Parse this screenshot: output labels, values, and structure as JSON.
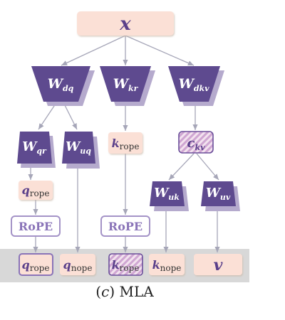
{
  "diagram": {
    "caption_letter": "c",
    "caption_text": "MLA",
    "colors": {
      "weight_fill": "#5e4a8f",
      "weight_shadow": "#b5aacd",
      "vector_fill": "#fbe0d6",
      "rope_border": "#a493c7",
      "hatch": "#c9a3cf",
      "cache_band": "#d8d8d8",
      "arrow": "#a6a6b8"
    },
    "input": {
      "symbol": "x"
    },
    "weights": {
      "w_dq": {
        "base": "W",
        "sub": "dq"
      },
      "w_kr": {
        "base": "W",
        "sub": "kr"
      },
      "w_dkv": {
        "base": "W",
        "sub": "dkv"
      },
      "w_qr": {
        "base": "W",
        "sub": "qr"
      },
      "w_uq": {
        "base": "W",
        "sub": "uq"
      },
      "w_uk": {
        "base": "W",
        "sub": "uk"
      },
      "w_uv": {
        "base": "W",
        "sub": "uv"
      }
    },
    "vectors": {
      "q_rope": {
        "base": "q",
        "sub": "rope"
      },
      "k_rope": {
        "base": "k",
        "sub": "rope"
      },
      "c_kv": {
        "base": "c",
        "sub": "kv"
      },
      "q_rope_out": {
        "base": "q",
        "sub": "rope"
      },
      "q_nope": {
        "base": "q",
        "sub": "nope"
      },
      "k_rope_out": {
        "base": "k",
        "sub": "rope"
      },
      "k_nope": {
        "base": "k",
        "sub": "nope"
      },
      "v": {
        "base": "v"
      }
    },
    "rope_boxes": {
      "label": "RoPE"
    }
  }
}
